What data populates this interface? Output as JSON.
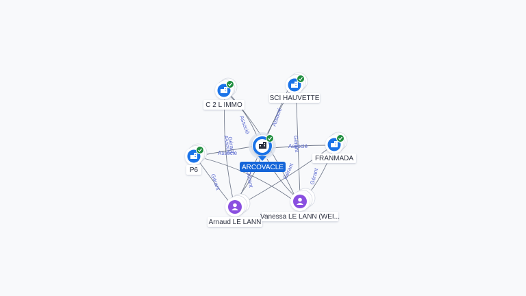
{
  "colors": {
    "company": "#1a73e8",
    "person": "#8a4fe0",
    "verified": "#1e8e3e",
    "edge": "#5b6478",
    "edge_label": "#5b6ad0",
    "center_pill": "#1565d8"
  },
  "center": {
    "label": "ARCOVACLE",
    "icon": "building-icon"
  },
  "companies": [
    {
      "id": "c2limmo",
      "label": "C 2 L IMMO",
      "icon": "building-icon"
    },
    {
      "id": "scihauvette",
      "label": "SCI HAUVETTE",
      "icon": "building-icon"
    },
    {
      "id": "franmada",
      "label": "FRANMADA",
      "icon": "building-icon"
    },
    {
      "id": "p6",
      "label": "P6",
      "icon": "building-icon"
    }
  ],
  "people": [
    {
      "id": "arnaud",
      "label": "Arnaud LE LANN",
      "icon": "person-icon"
    },
    {
      "id": "vanessa",
      "label": "Vanessa LE LANN (WEI...",
      "icon": "person-icon"
    }
  ],
  "edge_labels": {
    "associe": "Associé",
    "gerant": "Gérant"
  }
}
